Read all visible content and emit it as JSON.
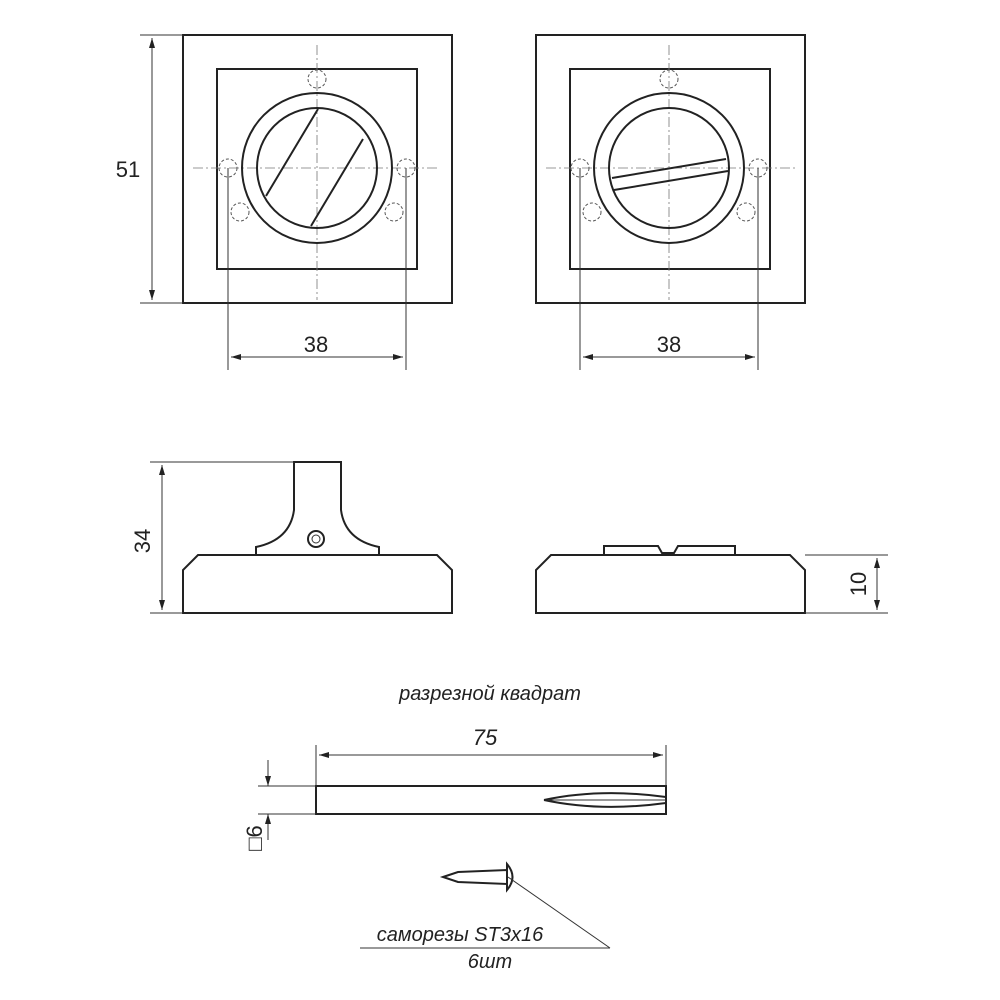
{
  "dimensions": {
    "height_51": "51",
    "width_38_left": "38",
    "width_38_right": "38",
    "height_34": "34",
    "height_10": "10",
    "length_75": "75",
    "square_6": "□6"
  },
  "captions": {
    "square_spindle": "разрезной квадрат",
    "screws_line1": "саморезы ST3x16",
    "screws_line2": "6шт"
  }
}
